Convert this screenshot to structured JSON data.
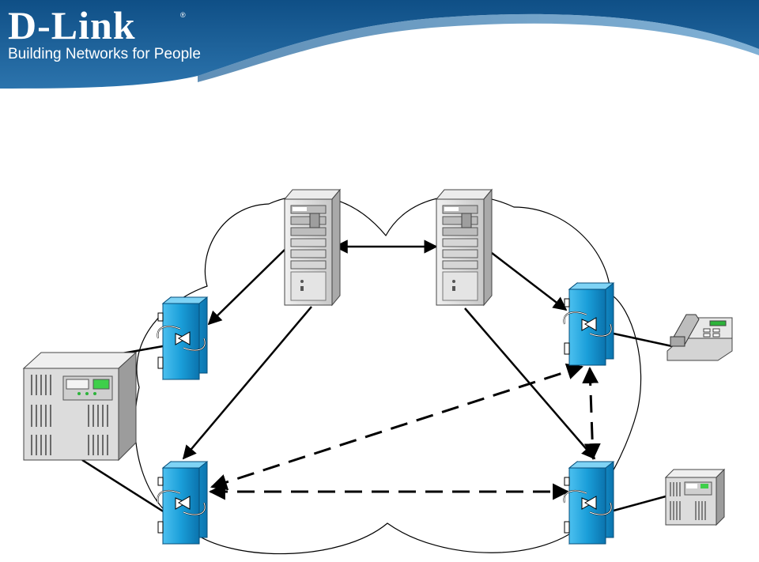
{
  "header": {
    "logo_text": "D-Link",
    "registered_mark": "®",
    "tagline": "Building Networks for People",
    "colors": {
      "banner_dark": "#0f4f86",
      "banner_light": "#3d86bd",
      "text": "#ffffff"
    }
  },
  "diagram": {
    "colors": {
      "switch": "#1a9ed9",
      "switch_dark": "#0b6fa8",
      "server": "#d8d8d8",
      "link": "#000000"
    },
    "nodes": [
      {
        "id": "server-left",
        "icon": "server-tower-icon"
      },
      {
        "id": "server-right",
        "icon": "server-tower-icon"
      },
      {
        "id": "switch-top-left",
        "icon": "switch-icon"
      },
      {
        "id": "switch-top-right",
        "icon": "switch-icon"
      },
      {
        "id": "switch-bottom-left",
        "icon": "switch-icon"
      },
      {
        "id": "switch-bottom-right",
        "icon": "switch-icon"
      },
      {
        "id": "mainframe",
        "icon": "mainframe-icon"
      },
      {
        "id": "telephone",
        "icon": "telephone-icon"
      },
      {
        "id": "small-server",
        "icon": "small-server-icon"
      }
    ]
  }
}
